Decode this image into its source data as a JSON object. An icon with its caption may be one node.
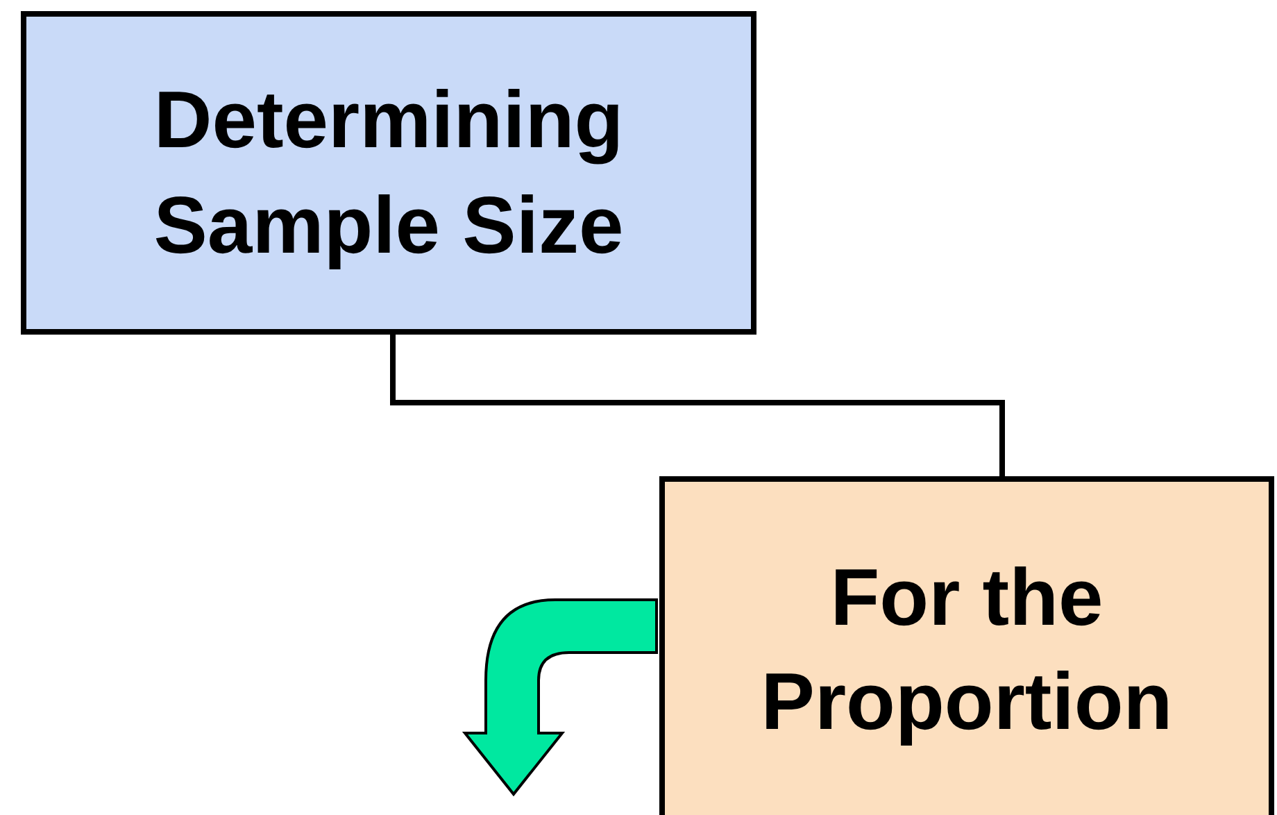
{
  "diagram": {
    "nodes": [
      {
        "text": [
          "Determining Sample Size"
        ]
      },
      {
        "text": [
          "For the Proportion"
        ]
      }
    ],
    "edges": [
      {
        "from": 0,
        "to": 1,
        "arrow": "none"
      },
      {
        "from": 1,
        "to": null,
        "arrow": "to",
        "style": "thick",
        "color": "#00e8a0"
      }
    ]
  }
}
